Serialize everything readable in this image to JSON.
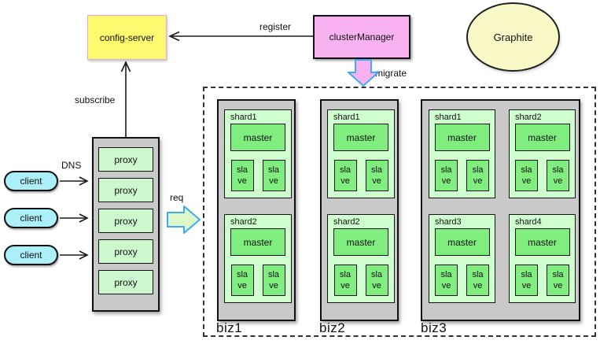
{
  "nodes": {
    "config_server": {
      "label": "config-server"
    },
    "cluster_manager": {
      "label": "clusterManager"
    },
    "graphite": {
      "label": "Graphite"
    }
  },
  "labels": {
    "register": "register",
    "subscribe": "subscribe",
    "migrate": "migrate",
    "dns": "DNS",
    "req": "req"
  },
  "clients": [
    {
      "label": "client"
    },
    {
      "label": "client"
    },
    {
      "label": "client"
    }
  ],
  "proxy_group": {
    "items": [
      "proxy",
      "proxy",
      "proxy",
      "proxy",
      "proxy"
    ]
  },
  "clusters": [
    {
      "name": "biz1",
      "shards": [
        {
          "name": "shard1",
          "master": "master",
          "slaves": [
            "slave",
            "slave"
          ]
        },
        {
          "name": "shard2",
          "master": "master",
          "slaves": [
            "slave",
            "slave"
          ]
        }
      ]
    },
    {
      "name": "biz2",
      "shards": [
        {
          "name": "shard1",
          "master": "master",
          "slaves": [
            "slave",
            "slave"
          ]
        },
        {
          "name": "shard2",
          "master": "master",
          "slaves": [
            "slave",
            "slave"
          ]
        }
      ]
    },
    {
      "name": "biz3",
      "shards": [
        {
          "name": "shard1",
          "master": "master",
          "slaves": [
            "slave",
            "slave"
          ]
        },
        {
          "name": "shard2",
          "master": "master",
          "slaves": [
            "slave",
            "slave"
          ]
        },
        {
          "name": "shard3",
          "master": "master",
          "slaves": [
            "slave",
            "slave"
          ]
        },
        {
          "name": "shard4",
          "master": "master",
          "slaves": [
            "slave",
            "slave"
          ]
        }
      ]
    }
  ],
  "colors": {
    "config_fill": "#FFF970",
    "config_border": "#EFA3EC",
    "manager_fill": "#F8B2F2",
    "graphite_fill": "#FAF9C8",
    "client_fill": "#ABF0F8",
    "container_gray": "#C9C9C9",
    "light_green": "#CDF8CD",
    "shard_green": "#CFFFCF",
    "node_green": "#7FEE7F",
    "block_arrow_border": "#3FA9F5",
    "req_arrow_fill": "#DDF8C9"
  }
}
